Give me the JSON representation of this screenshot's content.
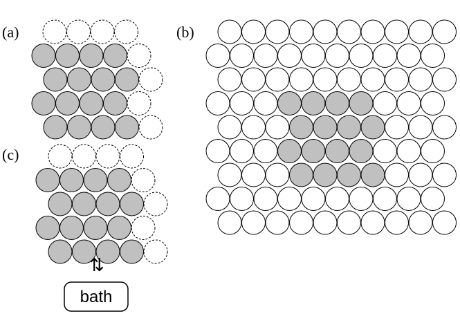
{
  "labels": {
    "a": "(a)",
    "b": "(b)",
    "c": "(c)"
  },
  "bath": {
    "label": "bath",
    "arrow": "⇅"
  },
  "colors": {
    "filled": "#c0c0c0",
    "empty": "#ffffff",
    "stroke": "#000000"
  },
  "panel_a": {
    "rows": [
      [
        "ghost",
        "ghost",
        "ghost",
        "ghost"
      ],
      [
        "filled",
        "filled",
        "filled",
        "filled",
        "ghost"
      ],
      [
        "filled",
        "filled",
        "filled",
        "filled",
        "ghost"
      ],
      [
        "filled",
        "filled",
        "filled",
        "filled",
        "ghost"
      ],
      [
        "filled",
        "filled",
        "filled",
        "filled",
        "ghost"
      ]
    ]
  },
  "panel_c": {
    "rows": [
      [
        "ghost",
        "ghost",
        "ghost",
        "ghost"
      ],
      [
        "filled",
        "filled",
        "filled",
        "filled",
        "ghost"
      ],
      [
        "filled",
        "filled",
        "filled",
        "filled",
        "ghost"
      ],
      [
        "filled",
        "filled",
        "filled",
        "filled",
        "ghost"
      ],
      [
        "filled",
        "filled",
        "filled",
        "filled",
        "ghost"
      ]
    ]
  },
  "panel_b": {
    "rows": 9,
    "cols": 10,
    "filled_cells": [
      [
        3,
        3
      ],
      [
        3,
        4
      ],
      [
        3,
        5
      ],
      [
        3,
        6
      ],
      [
        4,
        3
      ],
      [
        4,
        4
      ],
      [
        4,
        5
      ],
      [
        4,
        6
      ],
      [
        5,
        3
      ],
      [
        5,
        4
      ],
      [
        5,
        5
      ],
      [
        5,
        6
      ],
      [
        6,
        3
      ],
      [
        6,
        4
      ],
      [
        6,
        5
      ],
      [
        6,
        6
      ]
    ]
  }
}
